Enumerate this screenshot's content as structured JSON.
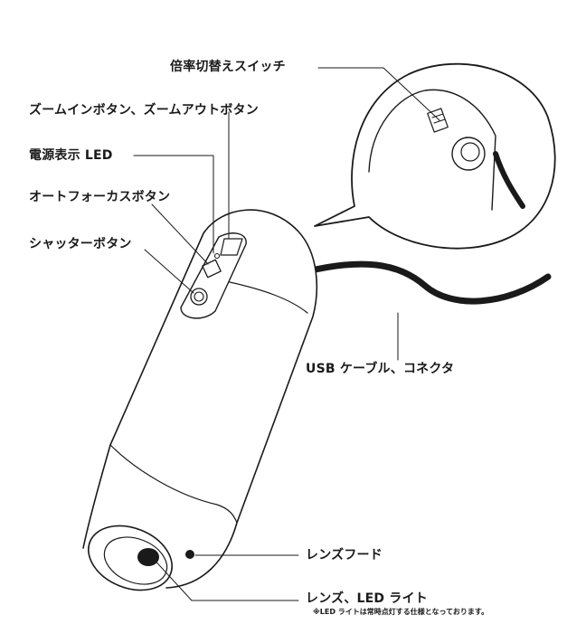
{
  "labels": {
    "magnification_switch": "倍率切替えスイッチ",
    "zoom_buttons": "ズームインボタン、ズームアウトボタン",
    "power_led": "電源表示 LED",
    "autofocus_button": "オートフォーカスボタン",
    "shutter_button": "シャッターボタン",
    "usb_cable": "USB ケーブル、コネクタ",
    "lens_hood": "レンズフード",
    "lens_led": "レンズ、LED ライト"
  },
  "footnote": "※LED ライトは常時点灯する仕様となっております。",
  "colors": {
    "line": "#1a1a1a",
    "background": "#ffffff"
  }
}
